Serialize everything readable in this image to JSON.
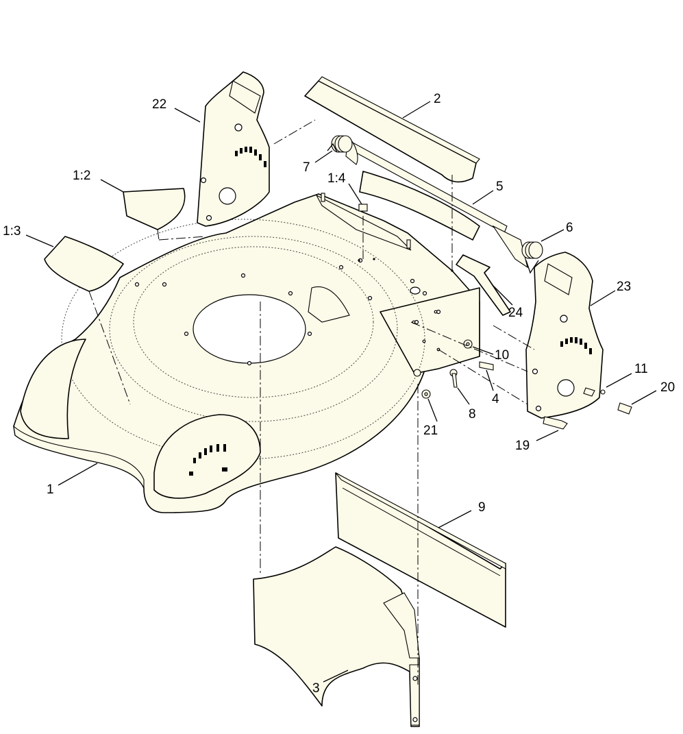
{
  "diagram": {
    "callouts": [
      {
        "id": "c1",
        "text": "1"
      },
      {
        "id": "c1_2",
        "text": "1:2"
      },
      {
        "id": "c1_3",
        "text": "1:3"
      },
      {
        "id": "c1_4",
        "text": "1:4"
      },
      {
        "id": "c2",
        "text": "2"
      },
      {
        "id": "c3",
        "text": "3"
      },
      {
        "id": "c4",
        "text": "4"
      },
      {
        "id": "c5",
        "text": "5"
      },
      {
        "id": "c6",
        "text": "6"
      },
      {
        "id": "c7",
        "text": "7"
      },
      {
        "id": "c8",
        "text": "8"
      },
      {
        "id": "c9",
        "text": "9"
      },
      {
        "id": "c10",
        "text": "10"
      },
      {
        "id": "c11",
        "text": "11"
      },
      {
        "id": "c19",
        "text": "19"
      },
      {
        "id": "c20",
        "text": "20"
      },
      {
        "id": "c21",
        "text": "21"
      },
      {
        "id": "c22",
        "text": "22"
      },
      {
        "id": "c23",
        "text": "23"
      },
      {
        "id": "c24",
        "text": "24"
      }
    ]
  }
}
